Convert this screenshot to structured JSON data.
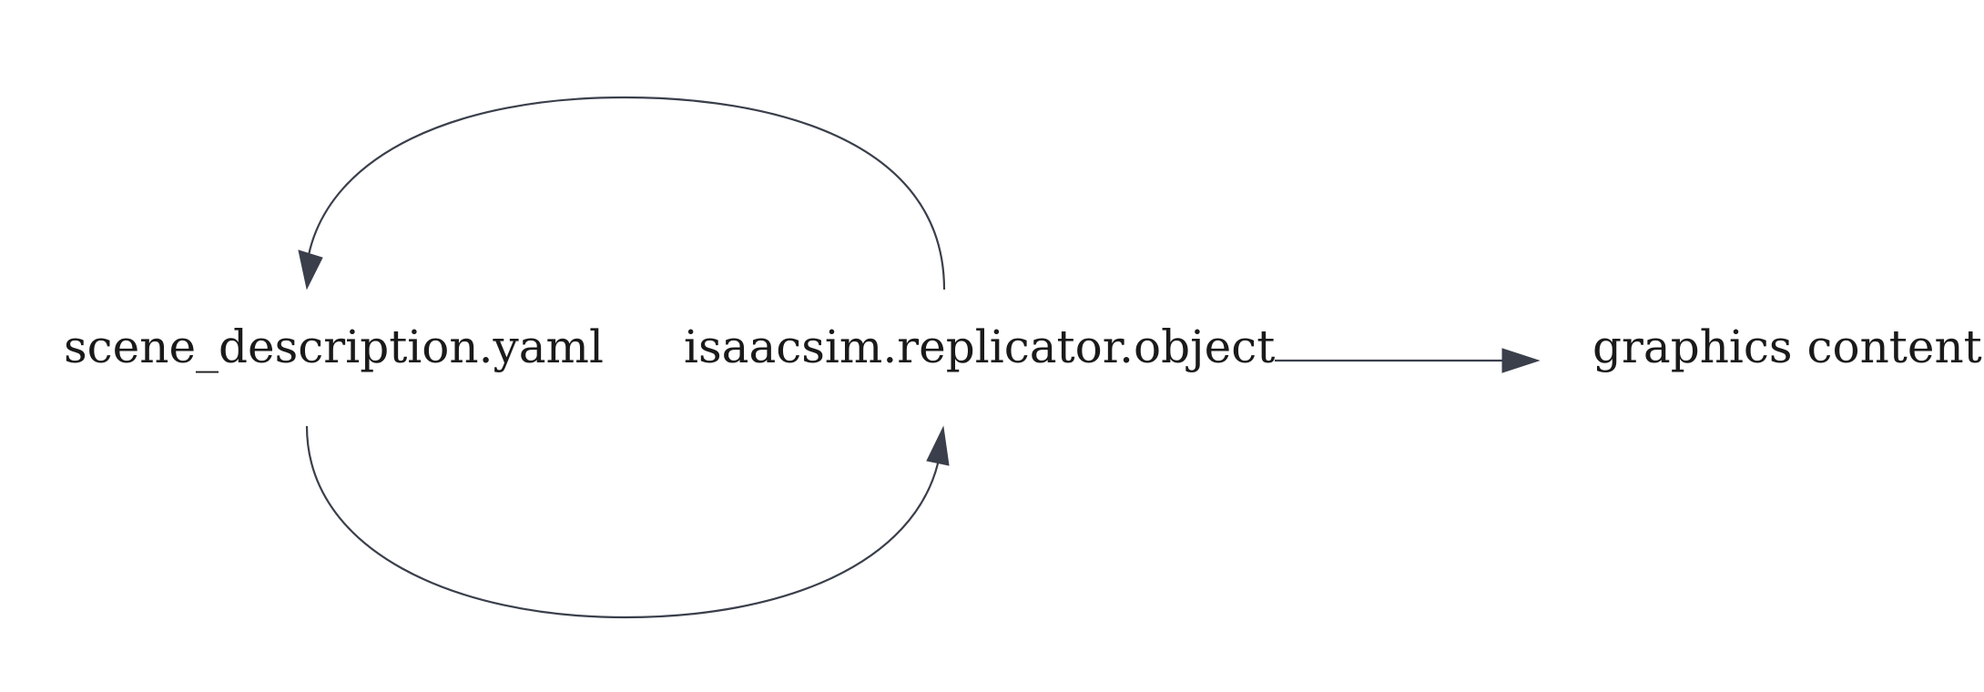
{
  "nodes": {
    "scene": "scene_description.yaml",
    "replicator": "isaacsim.replicator.object",
    "graphics": "graphics content"
  },
  "colors": {
    "edge": "#3a3f4b",
    "text": "#1a1a1a",
    "background": "#ffffff"
  }
}
